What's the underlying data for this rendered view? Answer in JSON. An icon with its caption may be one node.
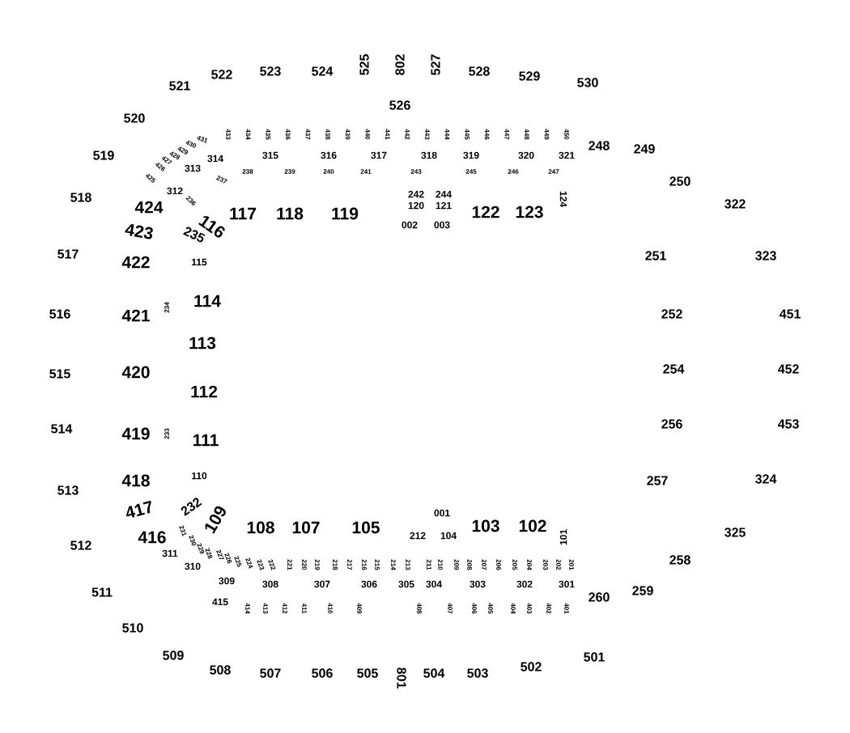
{
  "diagram": {
    "labels": [
      "521",
      "522",
      "523",
      "524",
      "525",
      "802",
      "527",
      "528",
      "529",
      "530",
      "526",
      "520",
      "519",
      "518",
      "517",
      "516",
      "515",
      "514",
      "513",
      "512",
      "511",
      "510",
      "509",
      "508",
      "507",
      "506",
      "505",
      "801",
      "504",
      "503",
      "502",
      "501",
      "248",
      "249",
      "250",
      "322",
      "251",
      "323",
      "252",
      "451",
      "254",
      "452",
      "256",
      "453",
      "257",
      "324",
      "325",
      "258",
      "259",
      "260",
      "424",
      "423",
      "422",
      "421",
      "420",
      "419",
      "418",
      "417",
      "416",
      "115",
      "114",
      "113",
      "112",
      "111",
      "110",
      "116",
      "235",
      "117",
      "118",
      "119",
      "122",
      "123",
      "232",
      "109",
      "108",
      "107",
      "105",
      "103",
      "102",
      "101",
      "234",
      "233",
      "312",
      "313",
      "314",
      "315",
      "316",
      "317",
      "318",
      "319",
      "320",
      "321",
      "311",
      "310",
      "309",
      "308",
      "307",
      "306",
      "305",
      "304",
      "303",
      "302",
      "301",
      "242",
      "120",
      "244",
      "121",
      "002",
      "003",
      "124",
      "001",
      "212",
      "104",
      "236",
      "237",
      "238",
      "239",
      "240",
      "241",
      "243",
      "245",
      "246",
      "247",
      "425",
      "426",
      "427",
      "428",
      "429",
      "430",
      "431",
      "433",
      "434",
      "435",
      "436",
      "437",
      "438",
      "439",
      "440",
      "441",
      "442",
      "443",
      "444",
      "445",
      "446",
      "447",
      "448",
      "449",
      "450",
      "231",
      "230",
      "229",
      "228",
      "227",
      "226",
      "225",
      "224",
      "223",
      "222",
      "221",
      "220",
      "219",
      "218",
      "217",
      "216",
      "215",
      "214",
      "213",
      "211",
      "210",
      "209",
      "208",
      "207",
      "206",
      "205",
      "204",
      "203",
      "202",
      "201",
      "415",
      "414",
      "413",
      "412",
      "411",
      "410",
      "409",
      "408",
      "407",
      "406",
      "405",
      "404",
      "403",
      "402",
      "401"
    ]
  }
}
